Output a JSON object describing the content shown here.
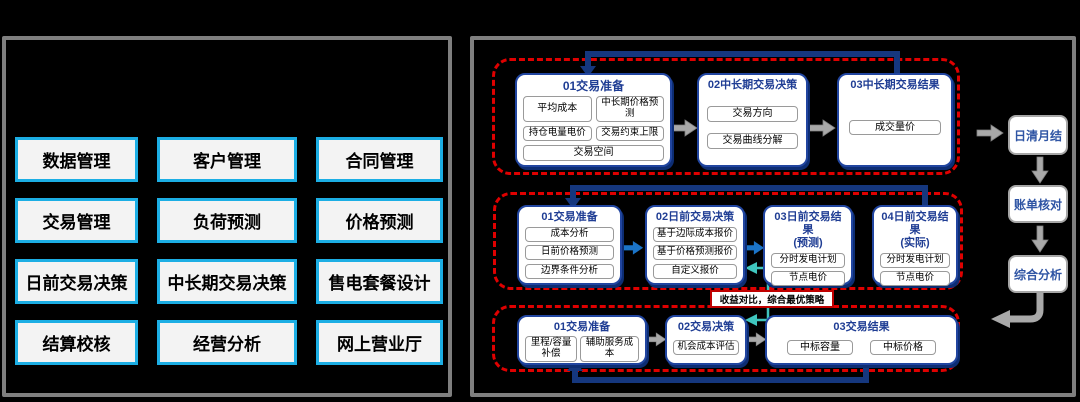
{
  "left_panel": {
    "buttons": [
      "数据管理",
      "客户管理",
      "合同管理",
      "交易管理",
      "负荷预测",
      "价格预测",
      "日前交易决策",
      "中长期交易决策",
      "售电套餐设计",
      "结算校核",
      "经营分析",
      "网上营业厅"
    ]
  },
  "flow": {
    "rows": [
      {
        "boxes": [
          {
            "title": "01交易准备",
            "items": [
              "平均成本",
              "中长期价格预测",
              "持仓电量电价",
              "交易约束上限",
              "交易空间"
            ]
          },
          {
            "title": "02中长期交易决策",
            "items": [
              "交易方向",
              "交易曲线分解"
            ]
          },
          {
            "title": "03中长期交易结果",
            "items": [
              "成交量价"
            ]
          }
        ]
      },
      {
        "boxes": [
          {
            "title": "01交易准备",
            "items": [
              "成本分析",
              "日前价格预测",
              "边界条件分析"
            ]
          },
          {
            "title": "02日前交易决策",
            "items": [
              "基于边际成本报价",
              "基于价格预测报价",
              "自定义报价"
            ]
          },
          {
            "title": "03日前交易结果",
            "subtitle": "(预测)",
            "items": [
              "分时发电计划",
              "节点电价"
            ]
          },
          {
            "title": "04日前交易结果",
            "subtitle": "(实际)",
            "items": [
              "分时发电计划",
              "节点电价"
            ]
          }
        ]
      },
      {
        "boxes": [
          {
            "title": "01交易准备",
            "items": [
              "里程/容量补偿",
              "辅助服务成本"
            ]
          },
          {
            "title": "02交易决策",
            "items": [
              "机会成本评估"
            ]
          },
          {
            "title": "03交易结果",
            "items": [
              "中标容量",
              "中标价格"
            ]
          }
        ]
      }
    ],
    "callout": "收益对比，综合最优策略"
  },
  "sidebar": {
    "steps": [
      "日清月结",
      "账单核对",
      "综合分析"
    ]
  },
  "colors": {
    "panel_border": "#7f7f7f",
    "module_border_cyan": "#1caee4",
    "stage_red": "#df0000",
    "callout_red": "#c00000",
    "box_border_blue": "#2145a0",
    "title_blue": "#1f3d94",
    "feedback_navy": "#15377e",
    "flow_arrow_blue": "#1b74c8",
    "connector_gray": "#a9a9a9",
    "compare_teal": "#3fc6be",
    "side_text_blue": "#2f55a4"
  }
}
